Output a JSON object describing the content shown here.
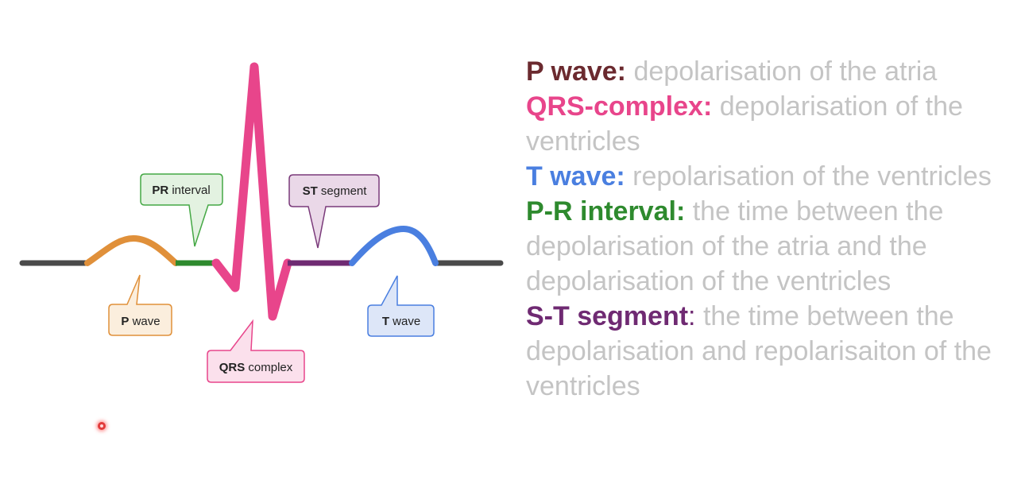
{
  "diagram": {
    "callouts": {
      "pr_interval": {
        "bold": "PR",
        "rest": " interval"
      },
      "st_segment": {
        "bold": "ST",
        "rest": " segment"
      },
      "p_wave": {
        "bold": "P",
        "rest": " wave"
      },
      "t_wave": {
        "bold": "T",
        "rest": " wave"
      },
      "qrs_complex": {
        "bold": "QRS",
        "rest": " complex"
      }
    }
  },
  "legend": [
    {
      "term": "P wave:",
      "desc": " depolarisation of the atria",
      "color": "#6b2a2f"
    },
    {
      "term": "QRS-complex:",
      "desc": " depolarisation of the ventricles",
      "color": "#e8458b"
    },
    {
      "term": "T wave:",
      "desc": " repolarisation of the ventricles",
      "color": "#4a7fe0"
    },
    {
      "term": "P-R interval:",
      "desc": " the time between the depolarisation of the atria and the depolarisation of the ventricles",
      "color": "#2e8a2e"
    },
    {
      "term": "S-T segment",
      "desc_colon": ":",
      "desc": " the time between the depolarisation and repolarisaiton of the ventricles",
      "color": "#6f2a72"
    }
  ],
  "colors": {
    "baseline": "#4a4a4a",
    "p_wave": "#e0903a",
    "pr_interval": "#2e8a2e",
    "qrs": "#e8458b",
    "st_segment": "#6f2a72",
    "t_wave": "#4a7fe0",
    "description_text": "#c4c4c4"
  }
}
